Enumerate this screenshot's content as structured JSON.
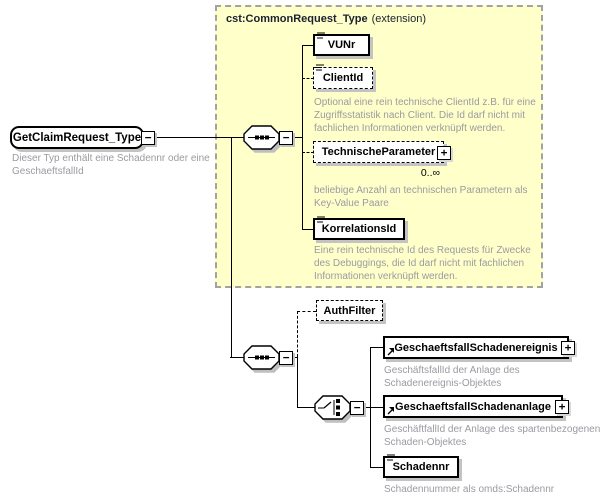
{
  "diagram": {
    "root": {
      "label": "GetClaimRequest_Type",
      "annotation": "Dieser Typ enthält eine Schadennr oder eine GeschaeftsfallId"
    },
    "extension_box": {
      "title": "cst:CommonRequest_Type",
      "suffix": "(extension)"
    },
    "elements": {
      "vunr": {
        "label": "VUNr"
      },
      "clientid": {
        "label": "ClientId",
        "annotation": "Optional eine rein technische ClientId z.B. für eine Zugriffsstatistik nach Client. Die Id darf nicht mit fachlichen Informationen verknüpft werden."
      },
      "technische_parameter": {
        "label": "TechnischeParameter",
        "occurs": "0..∞",
        "annotation": "beliebige Anzahl an technischen Parametern als Key-Value Paare"
      },
      "korrelationsid": {
        "label": "KorrelationsId",
        "annotation": "Eine rein technische Id des Requests für Zwecke des Debuggings, die Id darf nicht mit fachlichen Informationen verknüpft werden."
      },
      "authfilter": {
        "label": "AuthFilter"
      },
      "geschaeftsfall_schadenereignis": {
        "label": "GeschaeftsfallSchadenereignis",
        "annotation": "GeschäftsfallId der Anlage des Schadenereignis-Objektes"
      },
      "geschaeftsfall_schadenanlage": {
        "label": "GeschaeftsfallSchadenanlage",
        "annotation": "GeschäftfallId der Anlage des spartenbezogenen Schaden-Objektes"
      },
      "schadennr": {
        "label": "Schadennr",
        "annotation": "Schadennummer als omds:Schadennr"
      }
    },
    "glyphs": {
      "collapse": "−",
      "expand": "+"
    },
    "colors": {
      "extension_bg": "#ffffc9",
      "extension_border": "#a2a2a2",
      "annotation_text": "#9a9ba1",
      "element_border": "#000000",
      "shadow": "#c3c3c3"
    }
  }
}
